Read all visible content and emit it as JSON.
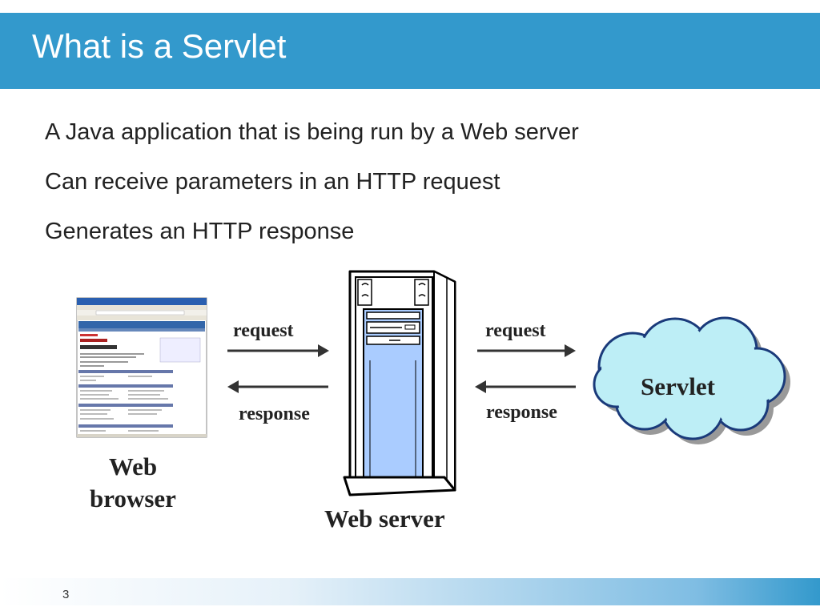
{
  "slide": {
    "title": "What is a Servlet",
    "bullets": [
      "A Java application that is being run by a Web server",
      "Can receive parameters in an HTTP request",
      "Generates an HTTP response"
    ],
    "page_number": "3"
  },
  "diagram": {
    "browser_label_line1": "Web",
    "browser_label_line2": "browser",
    "server_label": "Web server",
    "servlet_label": "Servlet",
    "left_request_label": "request",
    "left_response_label": "response",
    "right_request_label": "request",
    "right_response_label": "response"
  },
  "colors": {
    "header": "#3399cc",
    "server_front": "#aaccff",
    "cloud_fill": "#bdeef6"
  }
}
